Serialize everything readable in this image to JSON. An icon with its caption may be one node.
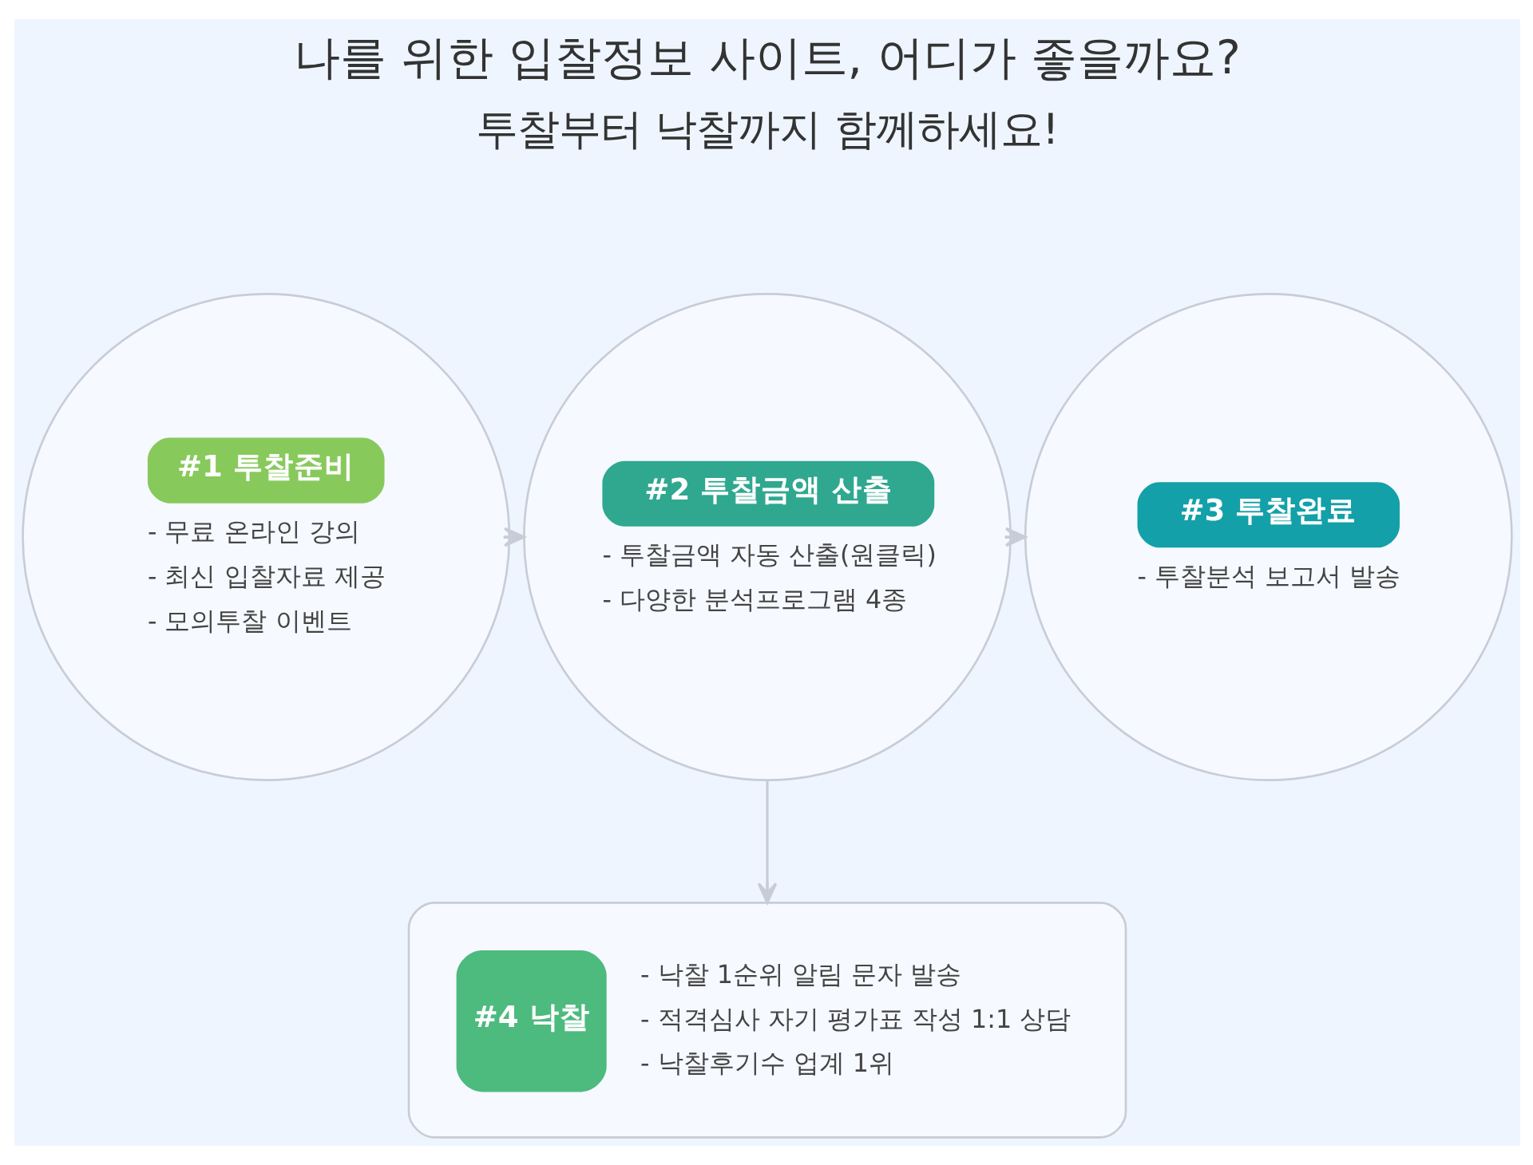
{
  "diagram": {
    "title": "나를 위한 입찰정보 사이트, 어디가 좋을까요?",
    "nodes": [
      {
        "text": [
          "#1 투찰준비",
          "- 무료 온라인 강의",
          "- 최신 입찰자료 제공",
          "- 모의투찰 이벤트"
        ]
      },
      {
        "text": [
          "#2 투찰금액 산출",
          "- 투찰금액 자동 산출(원클릭)",
          "- 다양한 분석프로그램 4종"
        ]
      },
      {
        "text": [
          "#3 투찰완료",
          "- 투찰분석 보고서 발송"
        ]
      },
      {
        "text": [
          "#4 낙찰",
          "- 낙찰 1순위 알림 문자 발송",
          "- 적격심사 자기 평가표 작성 1:1 상담",
          "- 낙찰후기수 업계 1위"
        ]
      }
    ],
    "edges": [
      {
        "from": 0,
        "to": 1,
        "arrow": "to"
      },
      {
        "from": 1,
        "to": 2,
        "arrow": "to"
      },
      {
        "from": 1,
        "to": 3,
        "arrow": "to"
      }
    ],
    "labels": [
      "투찰부터 낙찰까지 함께하세요!"
    ]
  }
}
